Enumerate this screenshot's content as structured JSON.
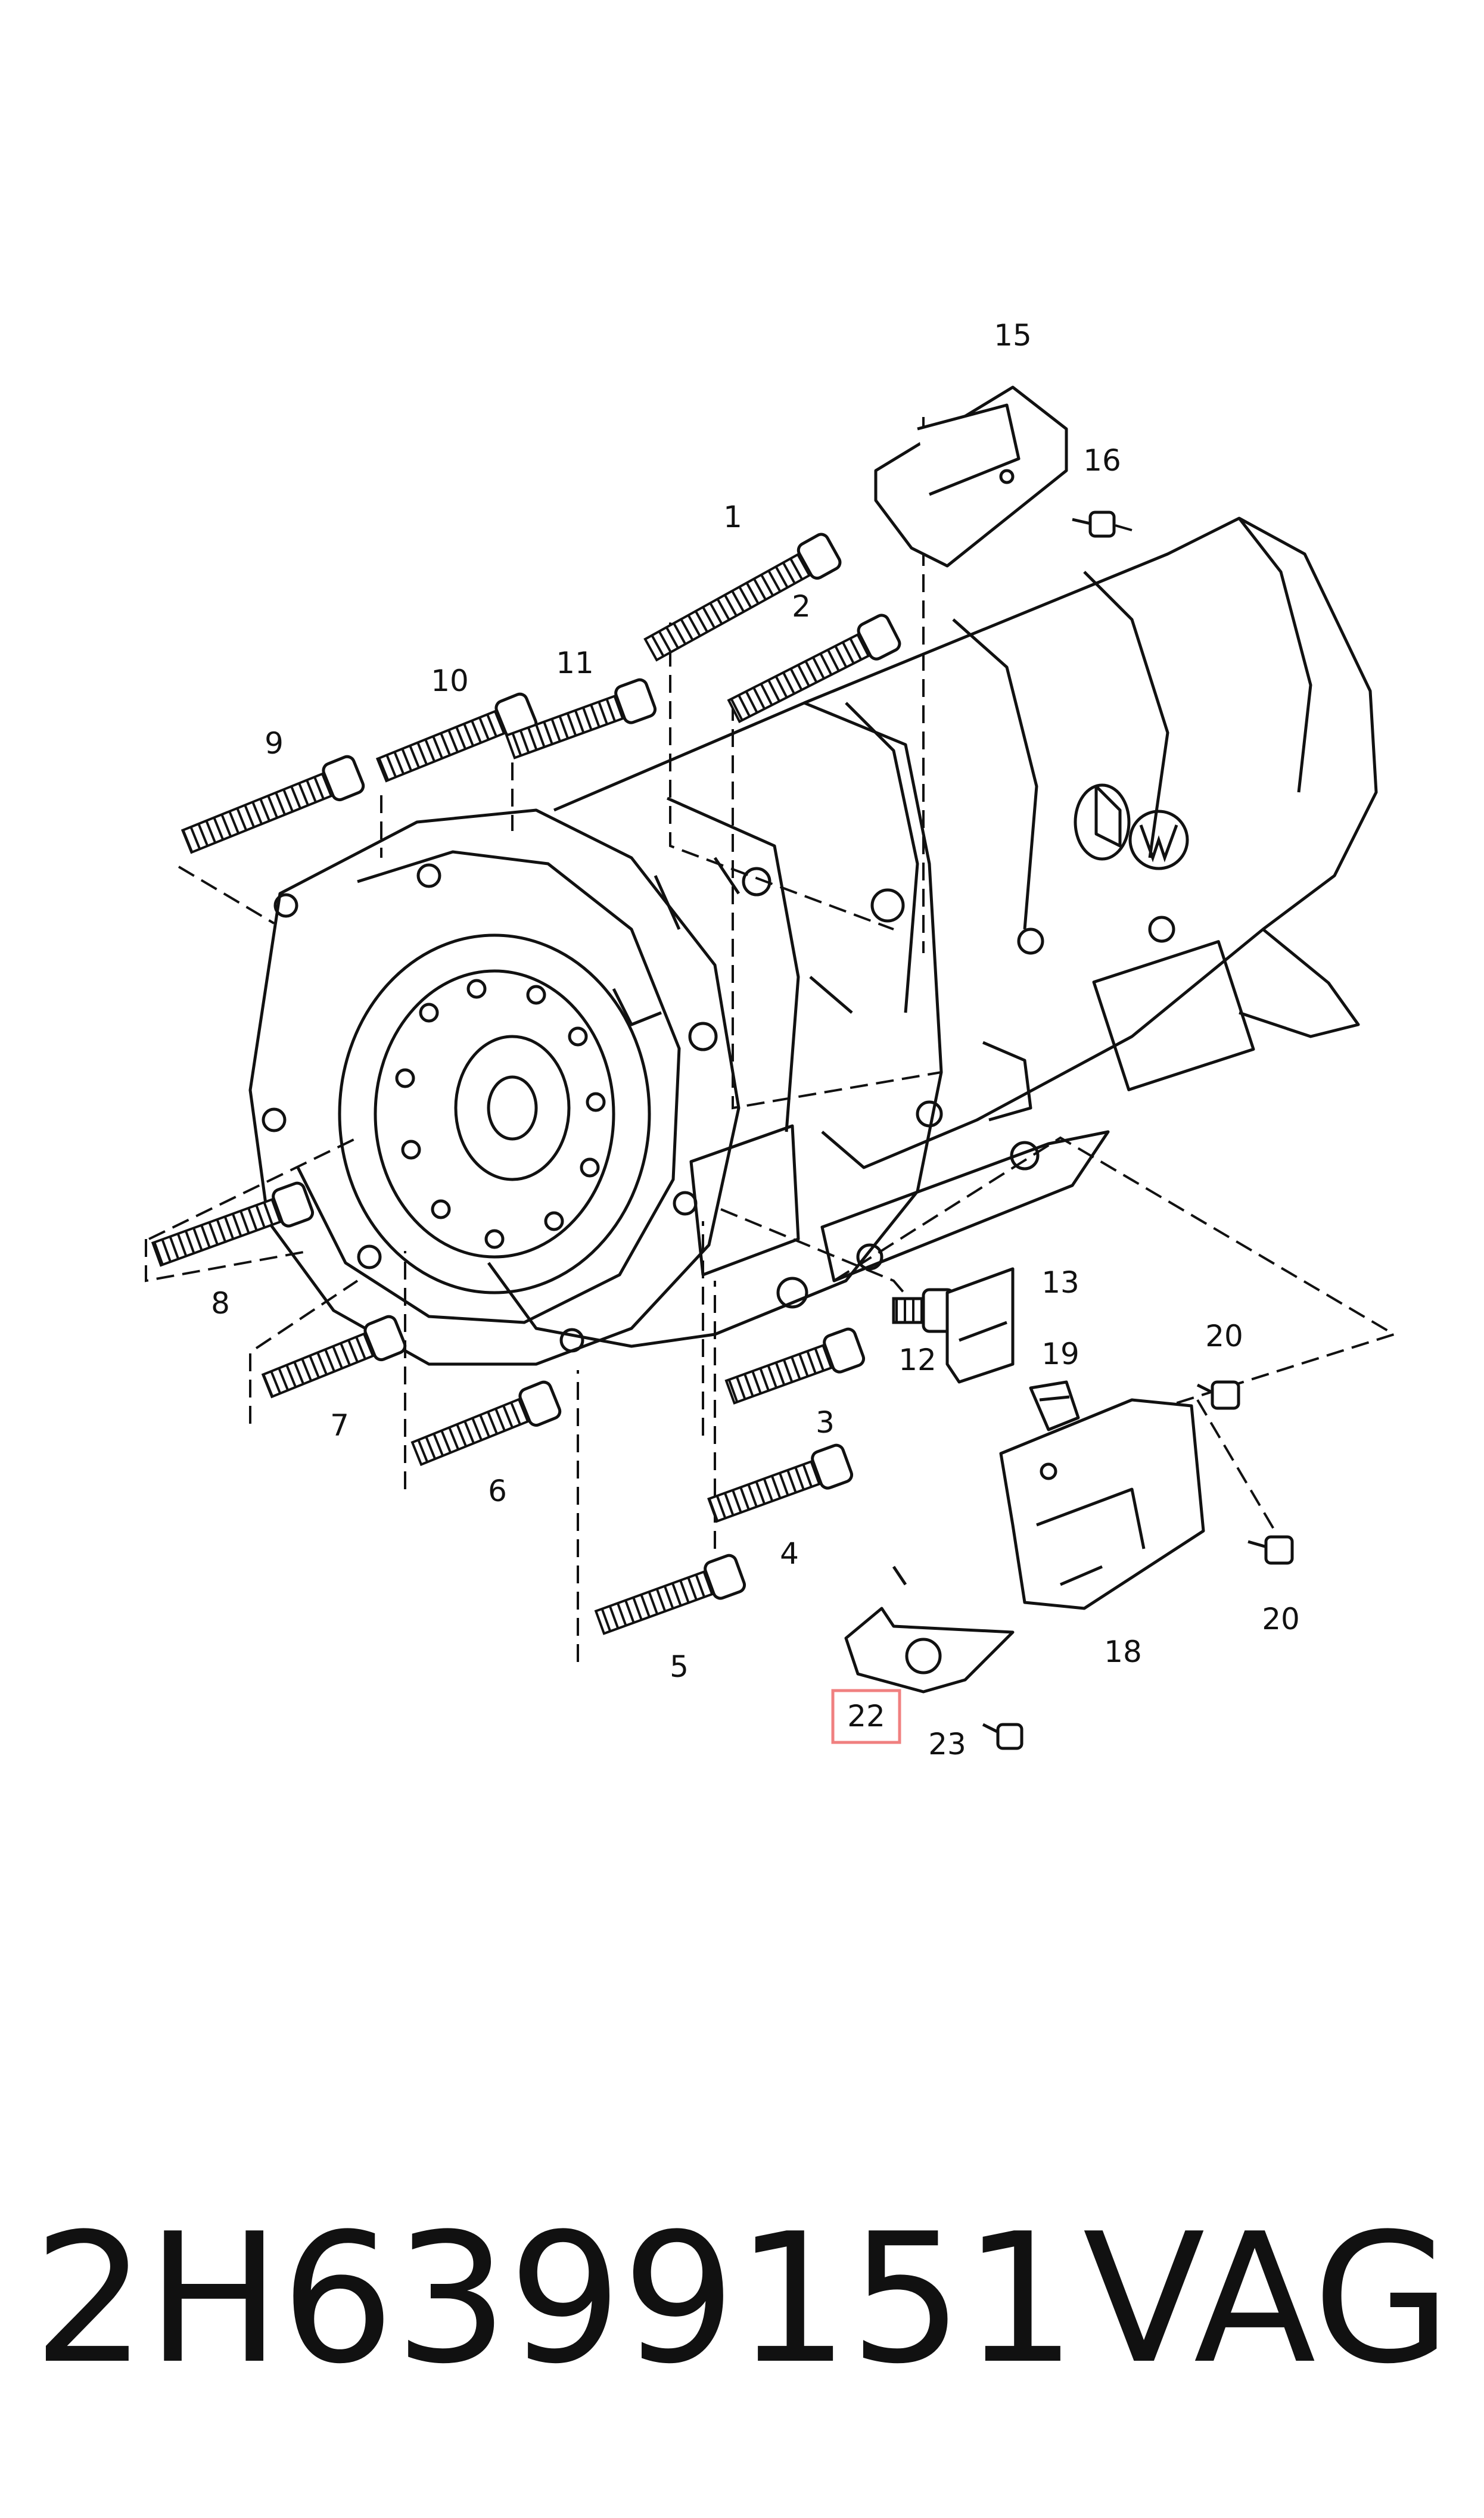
{
  "diagram": {
    "callouts": [
      "1",
      "2",
      "3",
      "4",
      "5",
      "6",
      "7",
      "8",
      "9",
      "10",
      "11",
      "12",
      "13",
      "15",
      "16",
      "18",
      "19",
      "20",
      "20",
      "22",
      "23"
    ],
    "highlighted_callout": "22",
    "highlight_color": "#f08080",
    "line_color": "#111111",
    "logo": "vw-logo"
  },
  "footer": {
    "part_number": "2H6399151",
    "brand": "VAG"
  }
}
